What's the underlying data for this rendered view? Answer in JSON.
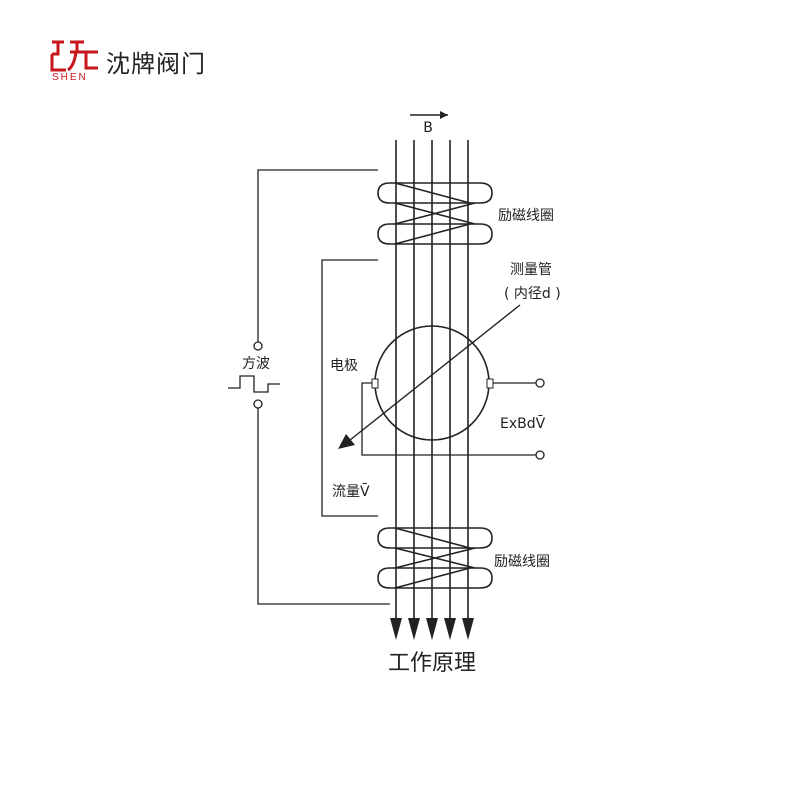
{
  "logo": {
    "brand_text": "沈牌阀门",
    "sub_text": "SHEN",
    "mark_text": "沈",
    "color": "#c8161d"
  },
  "diagram": {
    "field_label": "B",
    "coil_top_label": "励磁线圈",
    "coil_bottom_label": "励磁线圈",
    "tube_label": "测量管",
    "tube_sub_label": "( 内径d )",
    "square_wave_label": "方波",
    "electrode_label": "电极",
    "emf_label": "ExBdV̄",
    "flow_label": "流量V̄",
    "caption": "工作原理"
  }
}
